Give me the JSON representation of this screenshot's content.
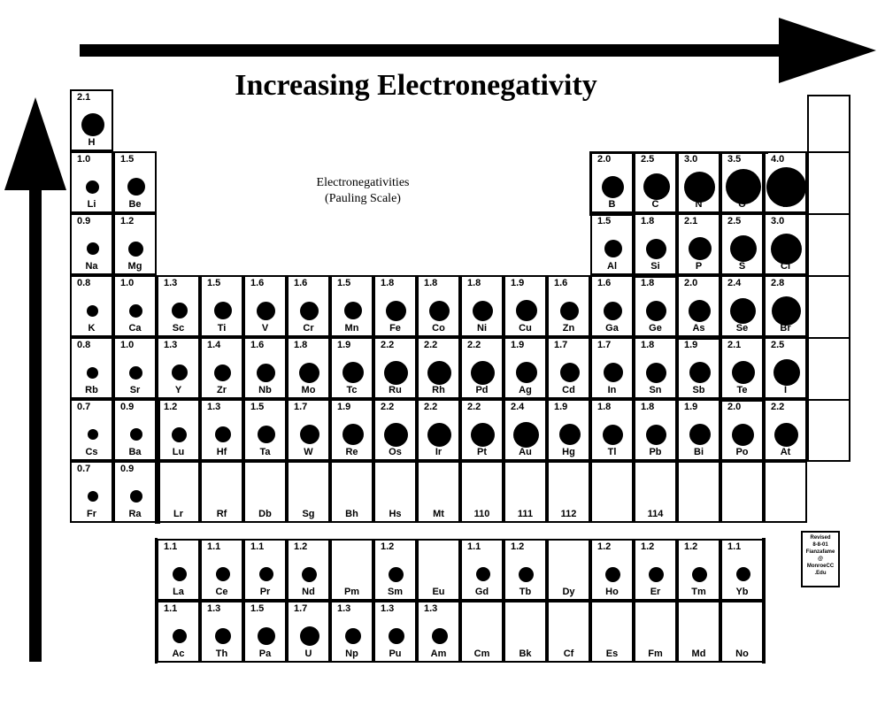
{
  "title": "Increasing Electronegativity",
  "subtitle_line1": "Electronegativities",
  "subtitle_line2": "(Pauling Scale)",
  "note_lines": [
    "Revised",
    "8-8-01",
    "Fianzafame",
    "@",
    "MonroeCC",
    ".Edu"
  ],
  "elements": [
    {
      "s": "H",
      "en": "2.1",
      "r": 1,
      "c": 1
    },
    {
      "s": "Li",
      "en": "1.0",
      "r": 2,
      "c": 1
    },
    {
      "s": "Be",
      "en": "1.5",
      "r": 2,
      "c": 2
    },
    {
      "s": "B",
      "en": "2.0",
      "r": 2,
      "c": 13
    },
    {
      "s": "C",
      "en": "2.5",
      "r": 2,
      "c": 14
    },
    {
      "s": "N",
      "en": "3.0",
      "r": 2,
      "c": 15
    },
    {
      "s": "O",
      "en": "3.5",
      "r": 2,
      "c": 16
    },
    {
      "s": "F",
      "en": "4.0",
      "r": 2,
      "c": 17
    },
    {
      "s": "Na",
      "en": "0.9",
      "r": 3,
      "c": 1
    },
    {
      "s": "Mg",
      "en": "1.2",
      "r": 3,
      "c": 2
    },
    {
      "s": "Al",
      "en": "1.5",
      "r": 3,
      "c": 13
    },
    {
      "s": "Si",
      "en": "1.8",
      "r": 3,
      "c": 14
    },
    {
      "s": "P",
      "en": "2.1",
      "r": 3,
      "c": 15
    },
    {
      "s": "S",
      "en": "2.5",
      "r": 3,
      "c": 16
    },
    {
      "s": "Cl",
      "en": "3.0",
      "r": 3,
      "c": 17
    },
    {
      "s": "K",
      "en": "0.8",
      "r": 4,
      "c": 1
    },
    {
      "s": "Ca",
      "en": "1.0",
      "r": 4,
      "c": 2
    },
    {
      "s": "Sc",
      "en": "1.3",
      "r": 4,
      "c": 3
    },
    {
      "s": "Ti",
      "en": "1.5",
      "r": 4,
      "c": 4
    },
    {
      "s": "V",
      "en": "1.6",
      "r": 4,
      "c": 5
    },
    {
      "s": "Cr",
      "en": "1.6",
      "r": 4,
      "c": 6
    },
    {
      "s": "Mn",
      "en": "1.5",
      "r": 4,
      "c": 7
    },
    {
      "s": "Fe",
      "en": "1.8",
      "r": 4,
      "c": 8
    },
    {
      "s": "Co",
      "en": "1.8",
      "r": 4,
      "c": 9
    },
    {
      "s": "Ni",
      "en": "1.8",
      "r": 4,
      "c": 10
    },
    {
      "s": "Cu",
      "en": "1.9",
      "r": 4,
      "c": 11
    },
    {
      "s": "Zn",
      "en": "1.6",
      "r": 4,
      "c": 12
    },
    {
      "s": "Ga",
      "en": "1.6",
      "r": 4,
      "c": 13
    },
    {
      "s": "Ge",
      "en": "1.8",
      "r": 4,
      "c": 14
    },
    {
      "s": "As",
      "en": "2.0",
      "r": 4,
      "c": 15
    },
    {
      "s": "Se",
      "en": "2.4",
      "r": 4,
      "c": 16
    },
    {
      "s": "Br",
      "en": "2.8",
      "r": 4,
      "c": 17
    },
    {
      "s": "Rb",
      "en": "0.8",
      "r": 5,
      "c": 1
    },
    {
      "s": "Sr",
      "en": "1.0",
      "r": 5,
      "c": 2
    },
    {
      "s": "Y",
      "en": "1.3",
      "r": 5,
      "c": 3
    },
    {
      "s": "Zr",
      "en": "1.4",
      "r": 5,
      "c": 4
    },
    {
      "s": "Nb",
      "en": "1.6",
      "r": 5,
      "c": 5
    },
    {
      "s": "Mo",
      "en": "1.8",
      "r": 5,
      "c": 6
    },
    {
      "s": "Tc",
      "en": "1.9",
      "r": 5,
      "c": 7
    },
    {
      "s": "Ru",
      "en": "2.2",
      "r": 5,
      "c": 8
    },
    {
      "s": "Rh",
      "en": "2.2",
      "r": 5,
      "c": 9
    },
    {
      "s": "Pd",
      "en": "2.2",
      "r": 5,
      "c": 10
    },
    {
      "s": "Ag",
      "en": "1.9",
      "r": 5,
      "c": 11
    },
    {
      "s": "Cd",
      "en": "1.7",
      "r": 5,
      "c": 12
    },
    {
      "s": "In",
      "en": "1.7",
      "r": 5,
      "c": 13
    },
    {
      "s": "Sn",
      "en": "1.8",
      "r": 5,
      "c": 14
    },
    {
      "s": "Sb",
      "en": "1.9",
      "r": 5,
      "c": 15
    },
    {
      "s": "Te",
      "en": "2.1",
      "r": 5,
      "c": 16
    },
    {
      "s": "I",
      "en": "2.5",
      "r": 5,
      "c": 17
    },
    {
      "s": "Cs",
      "en": "0.7",
      "r": 6,
      "c": 1
    },
    {
      "s": "Ba",
      "en": "0.9",
      "r": 6,
      "c": 2
    },
    {
      "s": "Lu",
      "en": "1.2",
      "r": 6,
      "c": 3
    },
    {
      "s": "Hf",
      "en": "1.3",
      "r": 6,
      "c": 4
    },
    {
      "s": "Ta",
      "en": "1.5",
      "r": 6,
      "c": 5
    },
    {
      "s": "W",
      "en": "1.7",
      "r": 6,
      "c": 6
    },
    {
      "s": "Re",
      "en": "1.9",
      "r": 6,
      "c": 7
    },
    {
      "s": "Os",
      "en": "2.2",
      "r": 6,
      "c": 8
    },
    {
      "s": "Ir",
      "en": "2.2",
      "r": 6,
      "c": 9
    },
    {
      "s": "Pt",
      "en": "2.2",
      "r": 6,
      "c": 10
    },
    {
      "s": "Au",
      "en": "2.4",
      "r": 6,
      "c": 11
    },
    {
      "s": "Hg",
      "en": "1.9",
      "r": 6,
      "c": 12
    },
    {
      "s": "Tl",
      "en": "1.8",
      "r": 6,
      "c": 13
    },
    {
      "s": "Pb",
      "en": "1.8",
      "r": 6,
      "c": 14
    },
    {
      "s": "Bi",
      "en": "1.9",
      "r": 6,
      "c": 15
    },
    {
      "s": "Po",
      "en": "2.0",
      "r": 6,
      "c": 16
    },
    {
      "s": "At",
      "en": "2.2",
      "r": 6,
      "c": 17
    },
    {
      "s": "Fr",
      "en": "0.7",
      "r": 7,
      "c": 1
    },
    {
      "s": "Ra",
      "en": "0.9",
      "r": 7,
      "c": 2
    },
    {
      "s": "Lr",
      "en": "",
      "r": 7,
      "c": 3
    },
    {
      "s": "Rf",
      "en": "",
      "r": 7,
      "c": 4
    },
    {
      "s": "Db",
      "en": "",
      "r": 7,
      "c": 5
    },
    {
      "s": "Sg",
      "en": "",
      "r": 7,
      "c": 6
    },
    {
      "s": "Bh",
      "en": "",
      "r": 7,
      "c": 7
    },
    {
      "s": "Hs",
      "en": "",
      "r": 7,
      "c": 8
    },
    {
      "s": "Mt",
      "en": "",
      "r": 7,
      "c": 9
    },
    {
      "s": "110",
      "en": "",
      "r": 7,
      "c": 10
    },
    {
      "s": "111",
      "en": "",
      "r": 7,
      "c": 11
    },
    {
      "s": "112",
      "en": "",
      "r": 7,
      "c": 12
    },
    {
      "s": "",
      "en": "",
      "r": 7,
      "c": 13
    },
    {
      "s": "114",
      "en": "",
      "r": 7,
      "c": 14
    },
    {
      "s": "",
      "en": "",
      "r": 7,
      "c": 15
    },
    {
      "s": "",
      "en": "",
      "r": 7,
      "c": 16
    },
    {
      "s": "",
      "en": "",
      "r": 7,
      "c": 17
    }
  ],
  "lanthanides": [
    {
      "s": "La",
      "en": "1.1"
    },
    {
      "s": "Ce",
      "en": "1.1"
    },
    {
      "s": "Pr",
      "en": "1.1"
    },
    {
      "s": "Nd",
      "en": "1.2"
    },
    {
      "s": "Pm",
      "en": ""
    },
    {
      "s": "Sm",
      "en": "1.2"
    },
    {
      "s": "Eu",
      "en": ""
    },
    {
      "s": "Gd",
      "en": "1.1"
    },
    {
      "s": "Tb",
      "en": "1.2"
    },
    {
      "s": "Dy",
      "en": ""
    },
    {
      "s": "Ho",
      "en": "1.2"
    },
    {
      "s": "Er",
      "en": "1.2"
    },
    {
      "s": "Tm",
      "en": "1.2"
    },
    {
      "s": "Yb",
      "en": "1.1"
    }
  ],
  "actinides": [
    {
      "s": "Ac",
      "en": "1.1"
    },
    {
      "s": "Th",
      "en": "1.3"
    },
    {
      "s": "Pa",
      "en": "1.5"
    },
    {
      "s": "U",
      "en": "1.7"
    },
    {
      "s": "Np",
      "en": "1.3"
    },
    {
      "s": "Pu",
      "en": "1.3"
    },
    {
      "s": "Am",
      "en": "1.3"
    },
    {
      "s": "Cm",
      "en": ""
    },
    {
      "s": "Bk",
      "en": ""
    },
    {
      "s": "Cf",
      "en": ""
    },
    {
      "s": "Es",
      "en": ""
    },
    {
      "s": "Fm",
      "en": ""
    },
    {
      "s": "Md",
      "en": ""
    },
    {
      "s": "No",
      "en": ""
    }
  ]
}
